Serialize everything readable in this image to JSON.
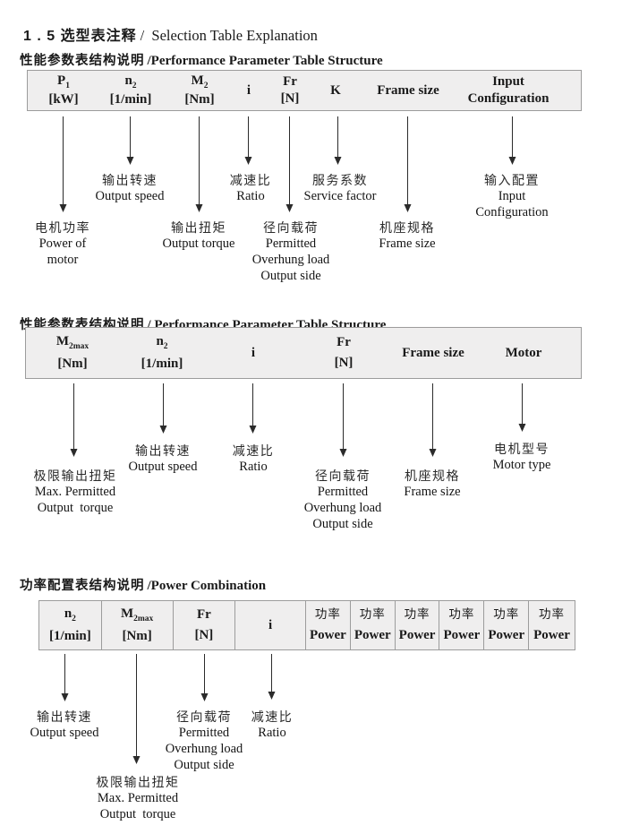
{
  "page": {
    "title_cn": "1 . 5 选型表注释",
    "title_en": "/  Selection Table Explanation"
  },
  "sections": [
    {
      "heading_cn": "性能参数表结构说明",
      "heading_en": "/Performance Parameter Table Structure"
    },
    {
      "heading_cn": "性能参数表结构说明",
      "heading_en": "/ Performance Parameter Table Structure"
    },
    {
      "heading_cn": "功率配置表结构说明",
      "heading_en": "/Power Combination"
    }
  ],
  "table1": {
    "columns": [
      {
        "sym": "P",
        "sub": "1",
        "unit": "[kW]"
      },
      {
        "sym": "n",
        "sub": "2",
        "unit": "[1/min]"
      },
      {
        "sym": "M",
        "sub": "2",
        "unit": "[Nm]"
      },
      {
        "sym": "i"
      },
      {
        "sym": "Fr",
        "unit": "[N]"
      },
      {
        "sym": "K"
      },
      {
        "sym": "Frame size"
      },
      {
        "sym": "Input",
        "unit": "Configuration"
      }
    ]
  },
  "diagram1": {
    "labels": [
      {
        "lines": [
          "电机功率",
          "Power of",
          "motor"
        ]
      },
      {
        "lines": [
          "输出转速",
          "Output speed"
        ]
      },
      {
        "lines": [
          "输出扭矩",
          "Output torque"
        ]
      },
      {
        "lines": [
          "减速比",
          "Ratio"
        ]
      },
      {
        "lines": [
          "径向载荷",
          "Permitted",
          "Overhung load",
          "Output side"
        ]
      },
      {
        "lines": [
          "服务系数",
          "Service factor"
        ]
      },
      {
        "lines": [
          "机座规格",
          "Frame size"
        ]
      },
      {
        "lines": [
          "输入配置",
          "Input",
          "Configuration"
        ]
      }
    ]
  },
  "table2": {
    "columns": [
      {
        "sym": "M",
        "sub": "2max",
        "unit": "[Nm]"
      },
      {
        "sym": "n",
        "sub": "2",
        "unit": "[1/min]"
      },
      {
        "sym": "i"
      },
      {
        "sym": "Fr",
        "unit": "[N]"
      },
      {
        "sym": "Frame size"
      },
      {
        "sym": "Motor"
      }
    ]
  },
  "diagram2": {
    "labels": [
      {
        "lines": [
          "极限输出扭矩",
          "Max. Permitted",
          "Output  torque"
        ]
      },
      {
        "lines": [
          "输出转速",
          "Output speed"
        ]
      },
      {
        "lines": [
          "减速比",
          "Ratio"
        ]
      },
      {
        "lines": [
          "径向载荷",
          "Permitted",
          "Overhung load",
          "Output side"
        ]
      },
      {
        "lines": [
          "机座规格",
          "Frame size"
        ]
      },
      {
        "lines": [
          "电机型号",
          "Motor type"
        ]
      }
    ]
  },
  "table3": {
    "columns": [
      {
        "sym": "n",
        "sub": "2",
        "unit": "[1/min]"
      },
      {
        "sym": "M",
        "sub": "2max",
        "unit": "[Nm]"
      },
      {
        "sym": "Fr",
        "unit": "[N]"
      },
      {
        "sym": "i"
      }
    ],
    "power_columns": [
      {
        "cn": "功率",
        "en": "Power"
      },
      {
        "cn": "功率",
        "en": "Power"
      },
      {
        "cn": "功率",
        "en": "Power"
      },
      {
        "cn": "功率",
        "en": "Power"
      },
      {
        "cn": "功率",
        "en": "Power"
      },
      {
        "cn": "功率",
        "en": "Power"
      }
    ]
  },
  "diagram3": {
    "labels": [
      {
        "lines": [
          "输出转速",
          "Output speed"
        ]
      },
      {
        "lines": [
          "极限输出扭矩",
          "Max. Permitted",
          "Output  torque"
        ]
      },
      {
        "lines": [
          "径向载荷",
          "Permitted",
          "Overhung load",
          "Output side"
        ]
      },
      {
        "lines": [
          "减速比",
          "Ratio"
        ]
      }
    ]
  }
}
